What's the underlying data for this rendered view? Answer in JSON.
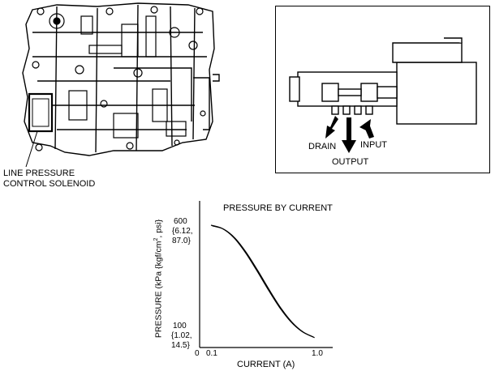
{
  "valve_body": {
    "callout_line1": "LINE PRESSURE",
    "callout_line2": "CONTROL SOLENOID"
  },
  "solenoid_detail": {
    "drain": "DRAIN",
    "output": "OUTPUT",
    "input": "INPUT"
  },
  "chart_data": {
    "type": "line",
    "title": "PRESSURE BY CURRENT",
    "xlabel": "CURRENT (A)",
    "ylabel_parts": [
      "PRESSURE (kPa {kgf/cm",
      "2",
      ", psi}"
    ],
    "x_ticks": [
      "0",
      "0.1",
      "1.0"
    ],
    "y_max_lines": [
      "600",
      "{6.12,",
      "87.0}"
    ],
    "y_min_lines": [
      "100",
      "{1.02,",
      "14.5}"
    ],
    "xlim": [
      0,
      1.0
    ],
    "ylim": [
      100,
      600
    ],
    "series": [
      {
        "x": [
          0.1,
          0.2,
          0.3,
          0.4,
          0.5,
          0.6,
          0.7,
          0.8,
          0.9,
          1.0
        ],
        "y": [
          600,
          585,
          545,
          480,
          400,
          315,
          235,
          170,
          125,
          100
        ]
      }
    ]
  }
}
